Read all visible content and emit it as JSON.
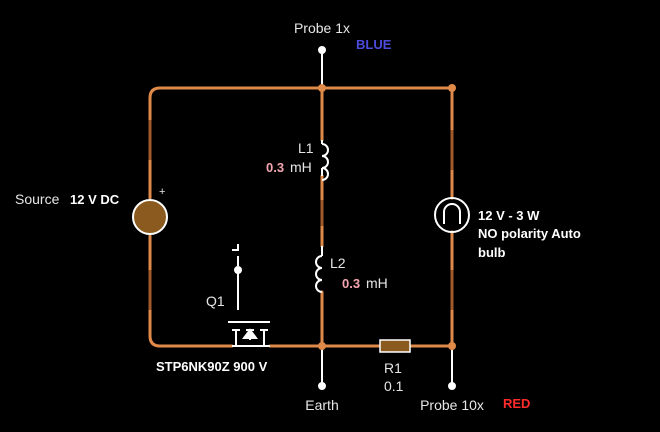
{
  "colors": {
    "background": "#000000",
    "wire": "#e08a4a",
    "wire_dark": "#a35a2a",
    "component": "#ffffff",
    "resistor": "#8b5a1e",
    "probe_blue": "#4b4bdc",
    "probe_red": "#ff2a2a",
    "value_pink": "#f4a6b0"
  },
  "probe_top": {
    "label": "Probe 1x",
    "color_label": "BLUE"
  },
  "probe_bottom": {
    "label": "Probe 10x",
    "color_label": "RED"
  },
  "earth": {
    "label": "Earth"
  },
  "source": {
    "label": "Source",
    "value": "12 V DC",
    "polarity": "+"
  },
  "l1": {
    "name": "L1",
    "value": "0.3",
    "unit": "mH"
  },
  "l2": {
    "name": "L2",
    "value": "0.3",
    "unit": "mH"
  },
  "q1": {
    "name": "Q1",
    "part": "STP6NK90Z 900 V"
  },
  "r1": {
    "name": "R1",
    "value": "0.1"
  },
  "bulb": {
    "line1": "12 V -  3 W",
    "line2": "NO polarity Auto",
    "line3": "bulb"
  }
}
